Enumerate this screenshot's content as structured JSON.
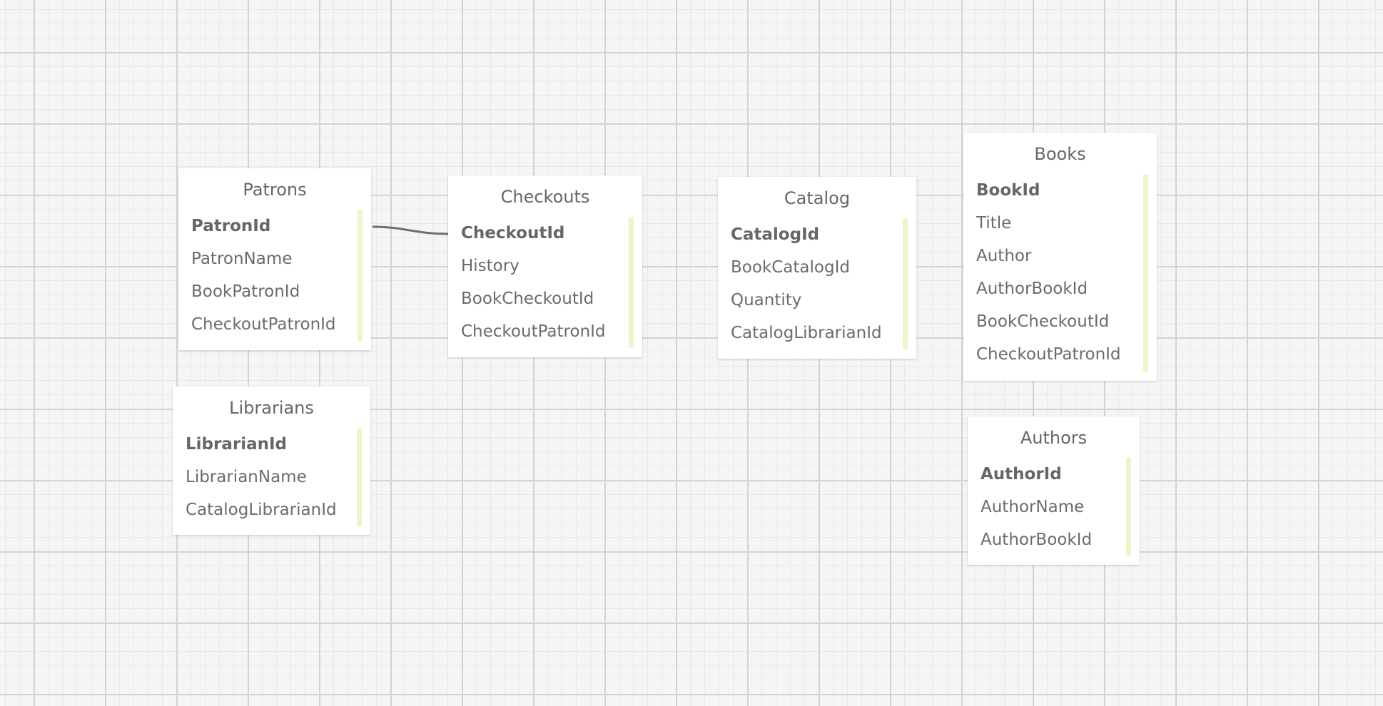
{
  "diagram": {
    "tables": [
      {
        "id": "patrons",
        "title": "Patrons",
        "fields": [
          {
            "name": "PatronId",
            "pk": true
          },
          {
            "name": "PatronName",
            "pk": false
          },
          {
            "name": "BookPatronId",
            "pk": false
          },
          {
            "name": "CheckoutPatronId",
            "pk": false
          }
        ]
      },
      {
        "id": "checkouts",
        "title": "Checkouts",
        "fields": [
          {
            "name": "CheckoutId",
            "pk": true
          },
          {
            "name": "History",
            "pk": false
          },
          {
            "name": "BookCheckoutId",
            "pk": false
          },
          {
            "name": "CheckoutPatronId",
            "pk": false
          }
        ]
      },
      {
        "id": "catalog",
        "title": "Catalog",
        "fields": [
          {
            "name": "CatalogId",
            "pk": true
          },
          {
            "name": "BookCatalogId",
            "pk": false
          },
          {
            "name": "Quantity",
            "pk": false
          },
          {
            "name": "CatalogLibrarianId",
            "pk": false
          }
        ]
      },
      {
        "id": "books",
        "title": "Books",
        "fields": [
          {
            "name": "BookId",
            "pk": true
          },
          {
            "name": "Title",
            "pk": false
          },
          {
            "name": "Author",
            "pk": false
          },
          {
            "name": "AuthorBookId",
            "pk": false
          },
          {
            "name": "BookCheckoutId",
            "pk": false
          },
          {
            "name": "CheckoutPatronId",
            "pk": false
          }
        ]
      },
      {
        "id": "librarians",
        "title": "Librarians",
        "fields": [
          {
            "name": "LibrarianId",
            "pk": true
          },
          {
            "name": "LibrarianName",
            "pk": false
          },
          {
            "name": "CatalogLibrarianId",
            "pk": false
          }
        ]
      },
      {
        "id": "authors",
        "title": "Authors",
        "fields": [
          {
            "name": "AuthorId",
            "pk": true
          },
          {
            "name": "AuthorName",
            "pk": false
          },
          {
            "name": "AuthorBookId",
            "pk": false
          }
        ]
      }
    ],
    "relations": [
      {
        "from": "patrons.PatronId",
        "to": "checkouts.CheckoutId"
      }
    ],
    "colors": {
      "canvas": "#f5f5f5",
      "card": "#ffffff",
      "text": "#666666",
      "strip": "#f2f2cc",
      "connector": "#6e6e6e"
    }
  }
}
